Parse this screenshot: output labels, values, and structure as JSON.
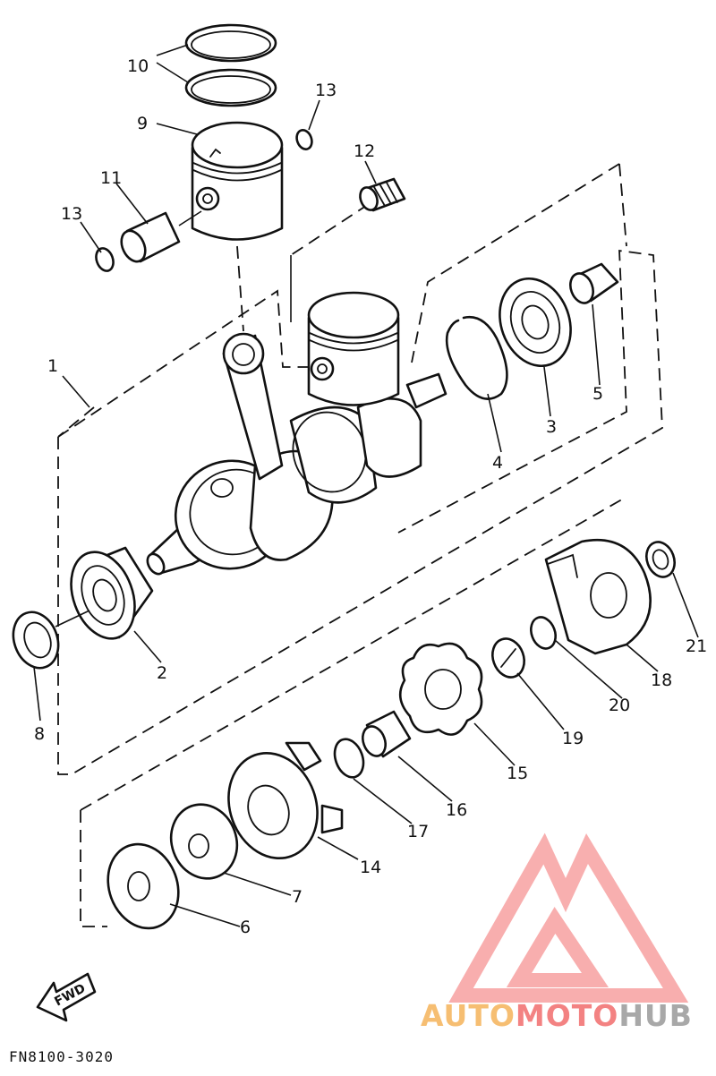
{
  "diagram": {
    "part_numbers": {
      "p1": "1",
      "p2": "2",
      "p3": "3",
      "p4": "4",
      "p5": "5",
      "p6": "6",
      "p7": "7",
      "p8": "8",
      "p9": "9",
      "p10": "10",
      "p11": "11",
      "p12": "12",
      "p13a": "13",
      "p13b": "13",
      "p14": "14",
      "p15": "15",
      "p16": "16",
      "p17": "17",
      "p18": "18",
      "p19": "19",
      "p20": "20",
      "p21": "21"
    },
    "direction_label": "FWD",
    "figure_code": "FN8100-3020"
  },
  "watermark": {
    "brand_auto": "AUTO",
    "brand_moto": "MOTO",
    "brand_hub": "HUB",
    "colors": {
      "auto": "#f5b35a",
      "moto": "#f26d6d",
      "hub": "#9a9a9a",
      "triangle": "#f7a1a1"
    }
  }
}
